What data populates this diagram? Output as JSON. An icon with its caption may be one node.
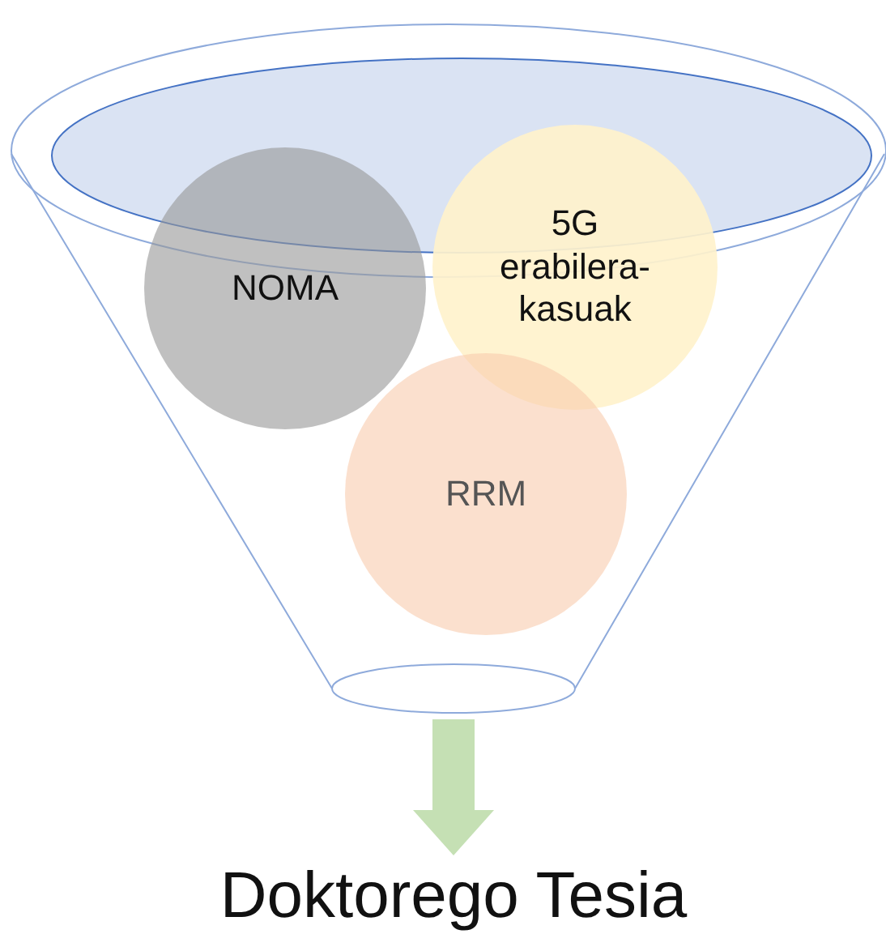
{
  "diagram": {
    "nodes": [
      {
        "text": [],
        "shape": "funnel"
      },
      {
        "text": [
          "NOMA"
        ],
        "in": 0
      },
      {
        "text": [
          "5G erabilera-kasuak"
        ],
        "in": 0
      },
      {
        "text": [
          "RRM"
        ],
        "in": 0
      },
      {
        "text": [
          "Doktorego Tesia"
        ]
      }
    ],
    "edges": [
      {
        "from": 0,
        "to": 4,
        "arrow": "to"
      }
    ]
  }
}
